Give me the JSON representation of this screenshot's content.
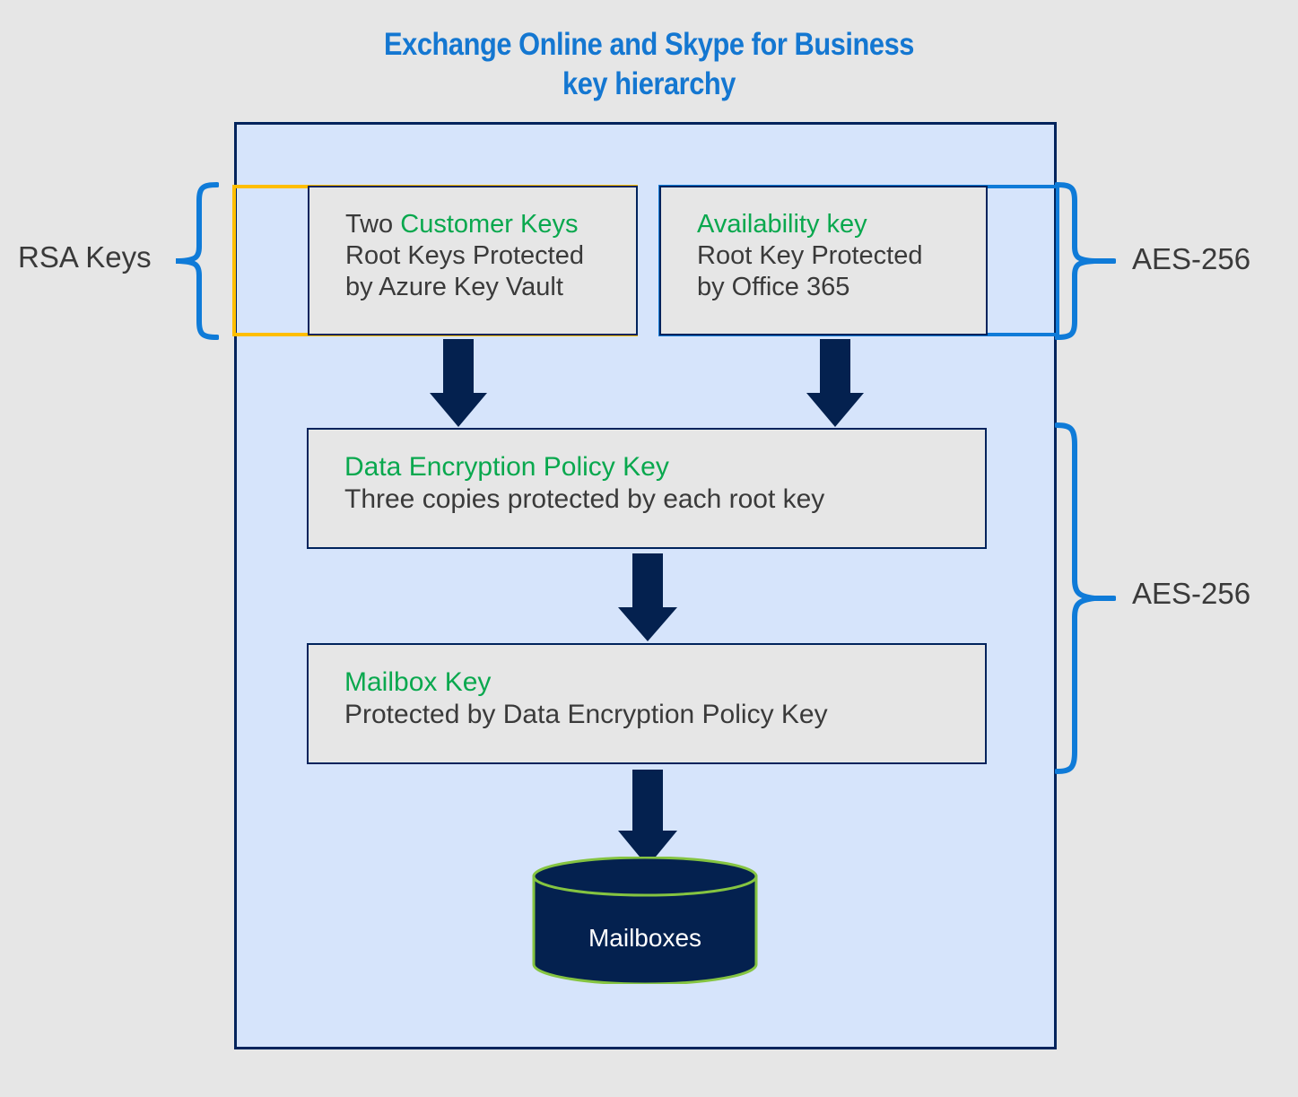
{
  "title": {
    "line1": "Exchange Online and Skype for Business",
    "line2": "key hierarchy",
    "color": "#1477d1"
  },
  "colors": {
    "background": "#e6e6e6",
    "panel_fill": "#d6e4fb",
    "panel_border": "#00235c",
    "customer_group_border": "#ffbe00",
    "availability_group_border": "#0f7bd8",
    "brace_blue": "#0f7bd8",
    "accent_green": "#09a84e",
    "body_text": "#3a3a3a",
    "arrow_navy": "#00235c",
    "cylinder_fill": "#04214f",
    "cylinder_outline": "#85c441",
    "cylinder_label": "#ffffff"
  },
  "labels": {
    "rsa_keys": "RSA Keys",
    "aes_256_top": "AES-256",
    "aes_256_bottom": "AES-256"
  },
  "boxes": {
    "customer_keys": {
      "line1_prefix": "Two ",
      "line1_accent": "Customer Keys",
      "line2": "Root Keys Protected",
      "line3": "by Azure Key Vault"
    },
    "availability_key": {
      "line1_accent": "Availability key",
      "line2": "Root Key Protected",
      "line3": "by Office 365"
    },
    "data_encryption_policy_key": {
      "line1_accent": "Data Encryption Policy Key",
      "line2": "Three copies protected by each root key"
    },
    "mailbox_key": {
      "line1_accent": "Mailbox Key",
      "line2": "Protected by Data Encryption Policy Key"
    },
    "mailboxes": {
      "label": "Mailboxes"
    }
  },
  "icons": {
    "arrow_customer_to_depk": "down-arrow-icon",
    "arrow_availability_to_depk": "down-arrow-icon",
    "arrow_depk_to_mailboxkey": "down-arrow-icon",
    "arrow_mailboxkey_to_mailboxes": "down-arrow-icon",
    "brace_rsa": "left-curly-brace-icon",
    "brace_aes_top": "right-curly-brace-icon",
    "brace_aes_bottom": "right-curly-brace-icon",
    "database": "database-cylinder-icon"
  }
}
